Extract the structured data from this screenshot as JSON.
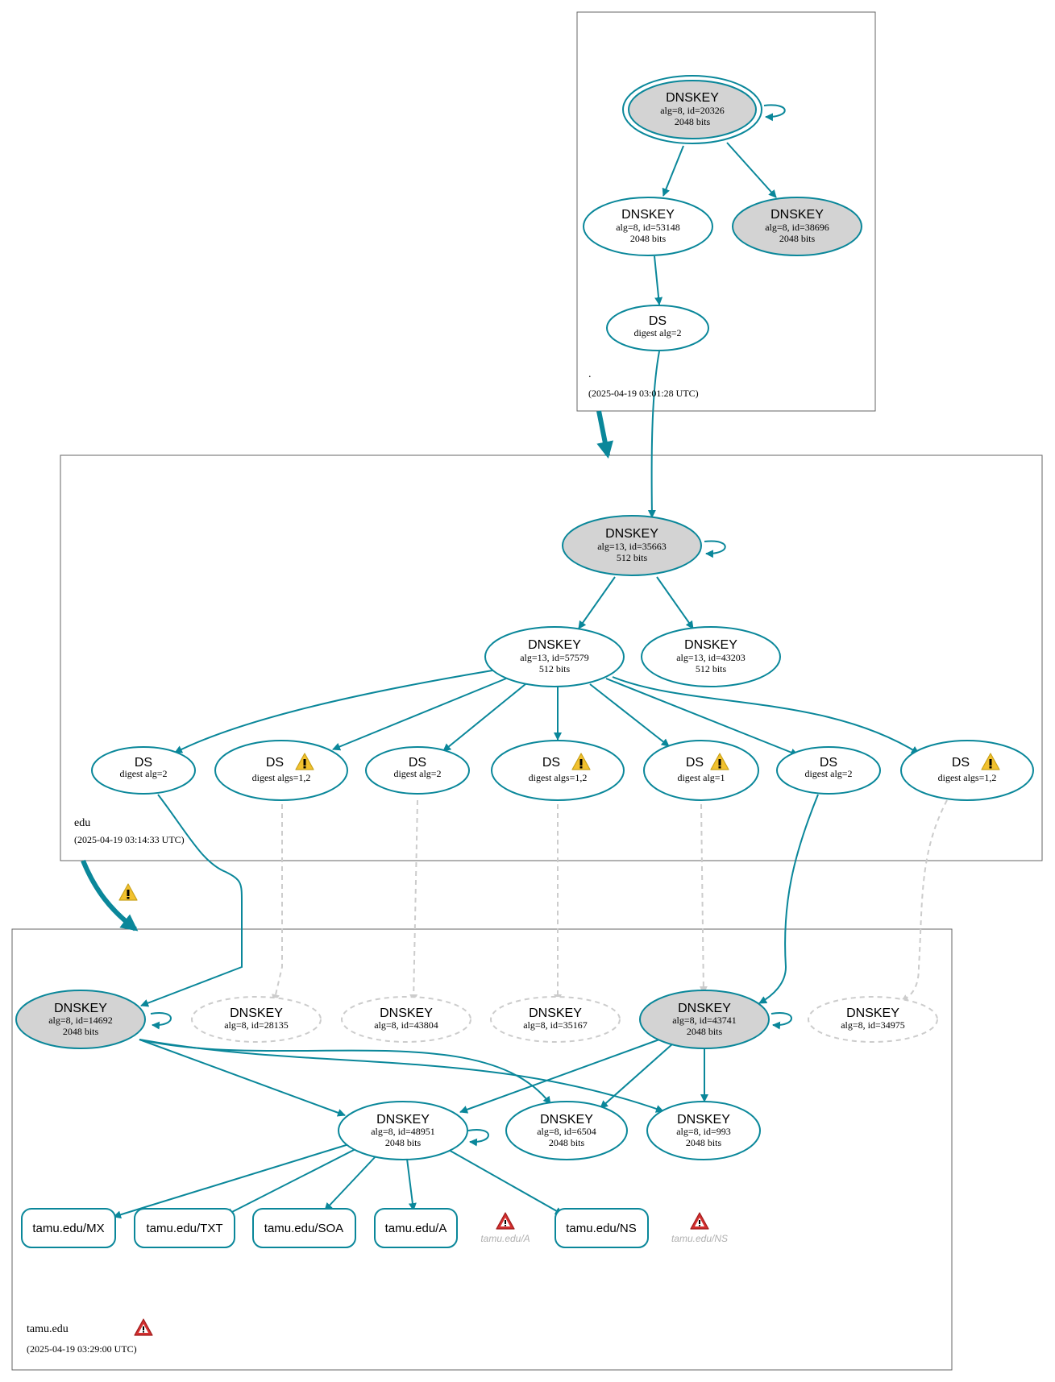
{
  "colors": {
    "edge": "#0a879a",
    "dashed": "#cccccc",
    "ksk_fill": "#d3d3d3",
    "warning": "#f2c12e",
    "error": "#d32f2f"
  },
  "zones": {
    "root": {
      "name": ".",
      "timestamp": "(2025-04-19 03:01:28 UTC)",
      "ksk": {
        "title": "DNSKEY",
        "line1": "alg=8, id=20326",
        "line2": "2048 bits"
      },
      "zsk": {
        "title": "DNSKEY",
        "line1": "alg=8, id=53148",
        "line2": "2048 bits"
      },
      "key2": {
        "title": "DNSKEY",
        "line1": "alg=8, id=38696",
        "line2": "2048 bits"
      },
      "ds": {
        "title": "DS",
        "line1": "digest alg=2"
      }
    },
    "edu": {
      "name": "edu",
      "timestamp": "(2025-04-19 03:14:33 UTC)",
      "ksk": {
        "title": "DNSKEY",
        "line1": "alg=13, id=35663",
        "line2": "512 bits"
      },
      "zsk": {
        "title": "DNSKEY",
        "line1": "alg=13, id=57579",
        "line2": "512 bits"
      },
      "key2": {
        "title": "DNSKEY",
        "line1": "alg=13, id=43203",
        "line2": "512 bits"
      },
      "ds": [
        {
          "title": "DS",
          "line1": "digest alg=2",
          "icon": "none"
        },
        {
          "title": "DS",
          "line1": "digest algs=1,2",
          "icon": "warning-icon"
        },
        {
          "title": "DS",
          "line1": "digest alg=2",
          "icon": "none"
        },
        {
          "title": "DS",
          "line1": "digest algs=1,2",
          "icon": "warning-icon"
        },
        {
          "title": "DS",
          "line1": "digest alg=1",
          "icon": "warning-icon"
        },
        {
          "title": "DS",
          "line1": "digest alg=2",
          "icon": "none"
        },
        {
          "title": "DS",
          "line1": "digest algs=1,2",
          "icon": "warning-icon"
        }
      ]
    },
    "tamu": {
      "name": "tamu.edu",
      "timestamp": "(2025-04-19 03:29:00 UTC)",
      "keys_top": [
        {
          "title": "DNSKEY",
          "line1": "alg=8, id=14692",
          "line2": "2048 bits",
          "style": "ksk"
        },
        {
          "title": "DNSKEY",
          "line1": "alg=8, id=28135",
          "line2": "",
          "style": "missing"
        },
        {
          "title": "DNSKEY",
          "line1": "alg=8, id=43804",
          "line2": "",
          "style": "missing"
        },
        {
          "title": "DNSKEY",
          "line1": "alg=8, id=35167",
          "line2": "",
          "style": "missing"
        },
        {
          "title": "DNSKEY",
          "line1": "alg=8, id=43741",
          "line2": "2048 bits",
          "style": "ksk"
        },
        {
          "title": "DNSKEY",
          "line1": "alg=8, id=34975",
          "line2": "",
          "style": "missing"
        }
      ],
      "keys_mid": [
        {
          "title": "DNSKEY",
          "line1": "alg=8, id=48951",
          "line2": "2048 bits"
        },
        {
          "title": "DNSKEY",
          "line1": "alg=8, id=6504",
          "line2": "2048 bits"
        },
        {
          "title": "DNSKEY",
          "line1": "alg=8, id=993",
          "line2": "2048 bits"
        }
      ],
      "rrsets": [
        "tamu.edu/MX",
        "tamu.edu/TXT",
        "tamu.edu/SOA",
        "tamu.edu/A",
        "tamu.edu/NS"
      ],
      "missing_rrsets": [
        "tamu.edu/A",
        "tamu.edu/NS"
      ]
    }
  }
}
